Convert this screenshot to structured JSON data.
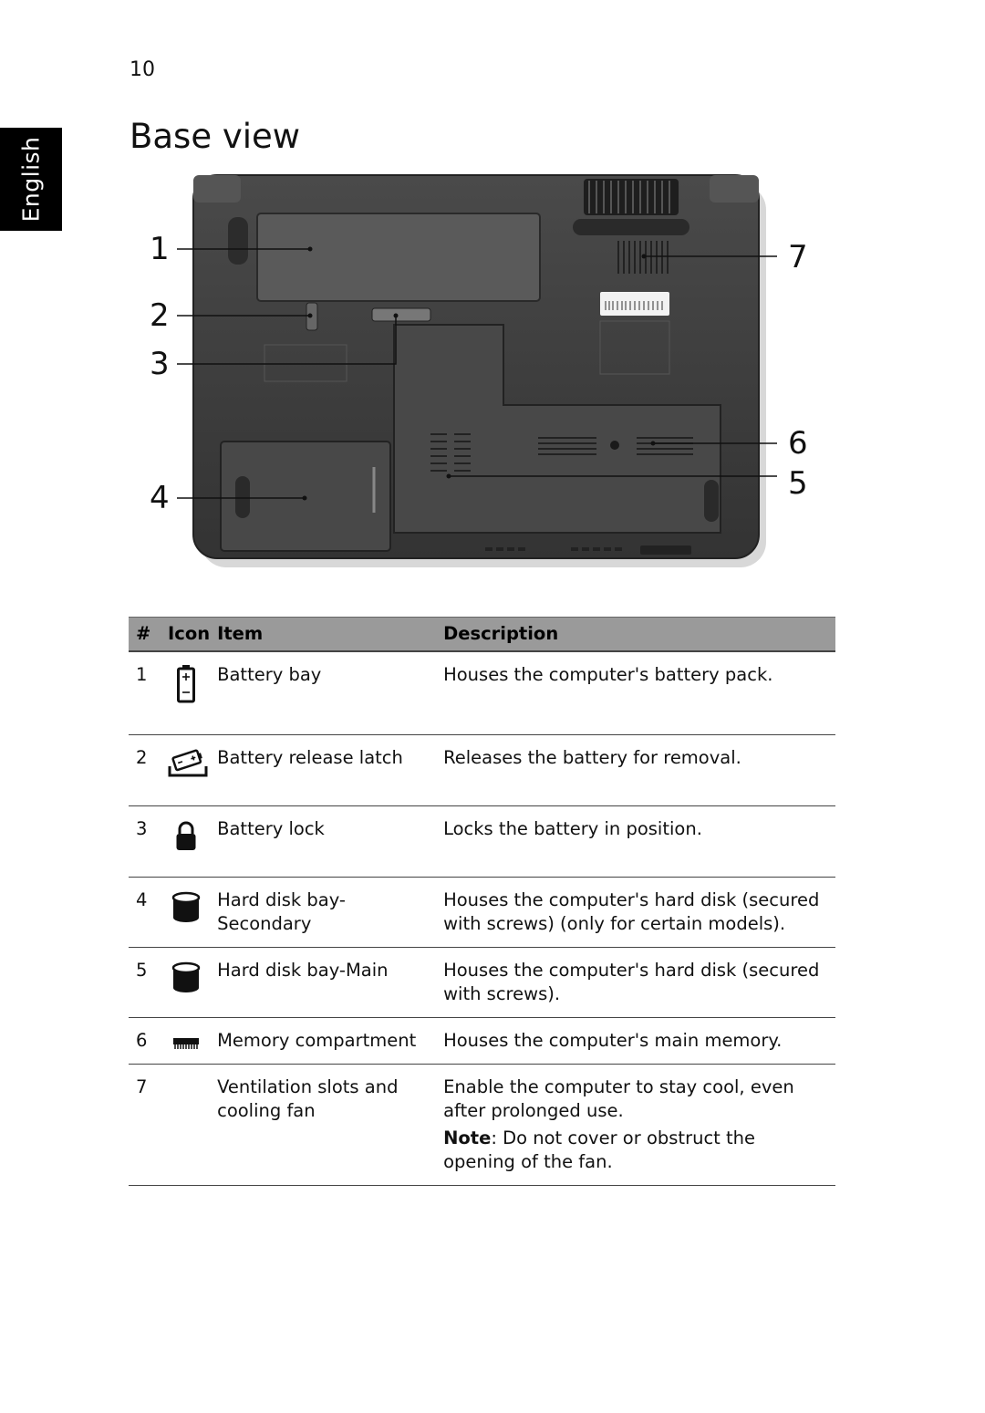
{
  "page_number": "10",
  "language_tab": "English",
  "title": "Base view",
  "figure": {
    "callouts": [
      "1",
      "2",
      "3",
      "4",
      "5",
      "6",
      "7"
    ]
  },
  "table": {
    "headers": {
      "num": "#",
      "icon": "Icon",
      "item": "Item",
      "description": "Description"
    },
    "rows": [
      {
        "num": "1",
        "icon": "battery-icon",
        "item": "Battery bay",
        "description": "Houses the computer's battery pack."
      },
      {
        "num": "2",
        "icon": "battery-release-icon",
        "item": "Battery release latch",
        "description": "Releases the battery for removal."
      },
      {
        "num": "3",
        "icon": "lock-icon",
        "item": "Battery lock",
        "description": "Locks the battery in position."
      },
      {
        "num": "4",
        "icon": "hard-disk-icon",
        "item": "Hard disk bay-Secondary",
        "description": "Houses the computer's hard disk (secured with screws) (only for certain models)."
      },
      {
        "num": "5",
        "icon": "hard-disk-icon",
        "item": "Hard disk bay-Main",
        "description": "Houses the computer's hard disk (secured with screws)."
      },
      {
        "num": "6",
        "icon": "memory-icon",
        "item": "Memory compartment",
        "description": "Houses the computer's main memory."
      },
      {
        "num": "7",
        "icon": "",
        "item": "Ventilation slots and cooling fan",
        "description": "Enable the computer to stay cool, even after prolonged use.",
        "note_label": "Note",
        "note_text": ": Do not cover or obstruct the opening of the fan."
      }
    ]
  },
  "colors": {
    "header_bg": "#9a9a9a",
    "tab_bg": "#000000",
    "laptop_body": "#3e3e3e"
  }
}
